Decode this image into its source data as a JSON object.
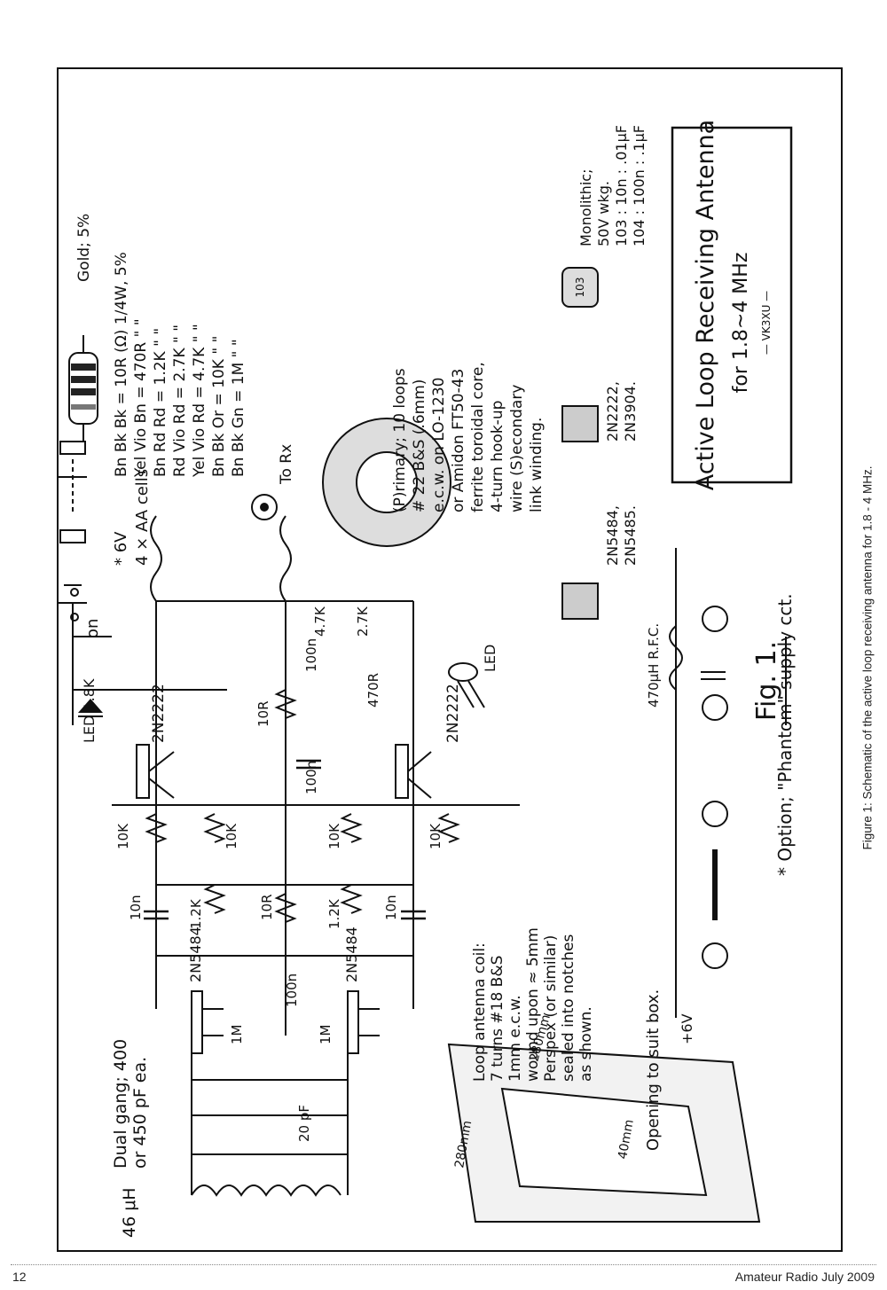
{
  "figure": {
    "title": "Active Loop Receiving Antenna",
    "subtitle": "for 1.8~4 MHz",
    "author": "— VK3XU —",
    "fig_label": "Fig. 1.",
    "caption": "Figure 1: Schematic of the active loop receiving antenna for 1.8 - 4 MHz."
  },
  "resistor_code": {
    "gold": "Gold; 5%",
    "rows": [
      "Bn  Bk  Bk = 10R (Ω) 1/4W, 5%",
      "Yel Vio Bn = 470R  \"  \"",
      "Bn  Rd  Rd = 1.2K  \"  \"",
      "Rd  Vio Rd = 2.7K  \"  \"",
      "Yel Vio Rd = 4.7K  \"  \"",
      "Bn  Bk  Or = 10K  \"  \"",
      "Bn  Bk  Gn = 1M  \"  \""
    ]
  },
  "battery": {
    "voltage": "* 6V",
    "cells": "4 × AA cells",
    "switch": "on"
  },
  "transformer_note": [
    "(P)rimary; 10 loops",
    "# 22 B&S (.6mm)",
    "e.c.w. on LO-1230",
    "or Amidon FT50-43",
    "ferrite toroidal core,",
    "4-turn hook-up",
    "wire (S)econdary",
    "link winding."
  ],
  "to_rx": "To Rx",
  "capacitor_note": {
    "code": "103",
    "lines": [
      "Monolithic;",
      "50V wkg.",
      "103 : 10n : .01μF",
      "104 : 100n : .1μF"
    ]
  },
  "transistor_notes": {
    "bjt": [
      "2N2222,",
      "2N3904."
    ],
    "fet": [
      "2N5484,",
      "2N5485."
    ]
  },
  "loop_note": [
    "Loop antenna coil:",
    "7 turns #18 B&S",
    "1mm e.c.w.",
    "wound upon ≈ 5mm",
    "Perspex (or similar)",
    "sealed into notches",
    "as shown."
  ],
  "box_note": "Opening to suit box.",
  "tuning_note": [
    "Dual gang; 400",
    "or 450 pF ea."
  ],
  "dims": {
    "side": "280mm",
    "side2": "280mm",
    "inner": "40mm"
  },
  "coil": "46 μH",
  "phantom": "* Option; \"Phantom\" supply cct.",
  "parts": {
    "fet": "2N5484",
    "bjt": "2N2222",
    "r10k": "10K",
    "r12k": "1.2K",
    "r10r": "10R",
    "r1m": "1M",
    "c10n": "10n",
    "c100n": "100n",
    "r18k": "LED 1.8K",
    "r47": "4.7K",
    "r27": "2.7K",
    "r470": "470R",
    "rfc": "470μH R.F.C.",
    "trim": "20 pF",
    "plus6v": "+6V",
    "led": "LED"
  },
  "footer": {
    "page": "12",
    "issue": "Amateur Radio July 2009"
  }
}
